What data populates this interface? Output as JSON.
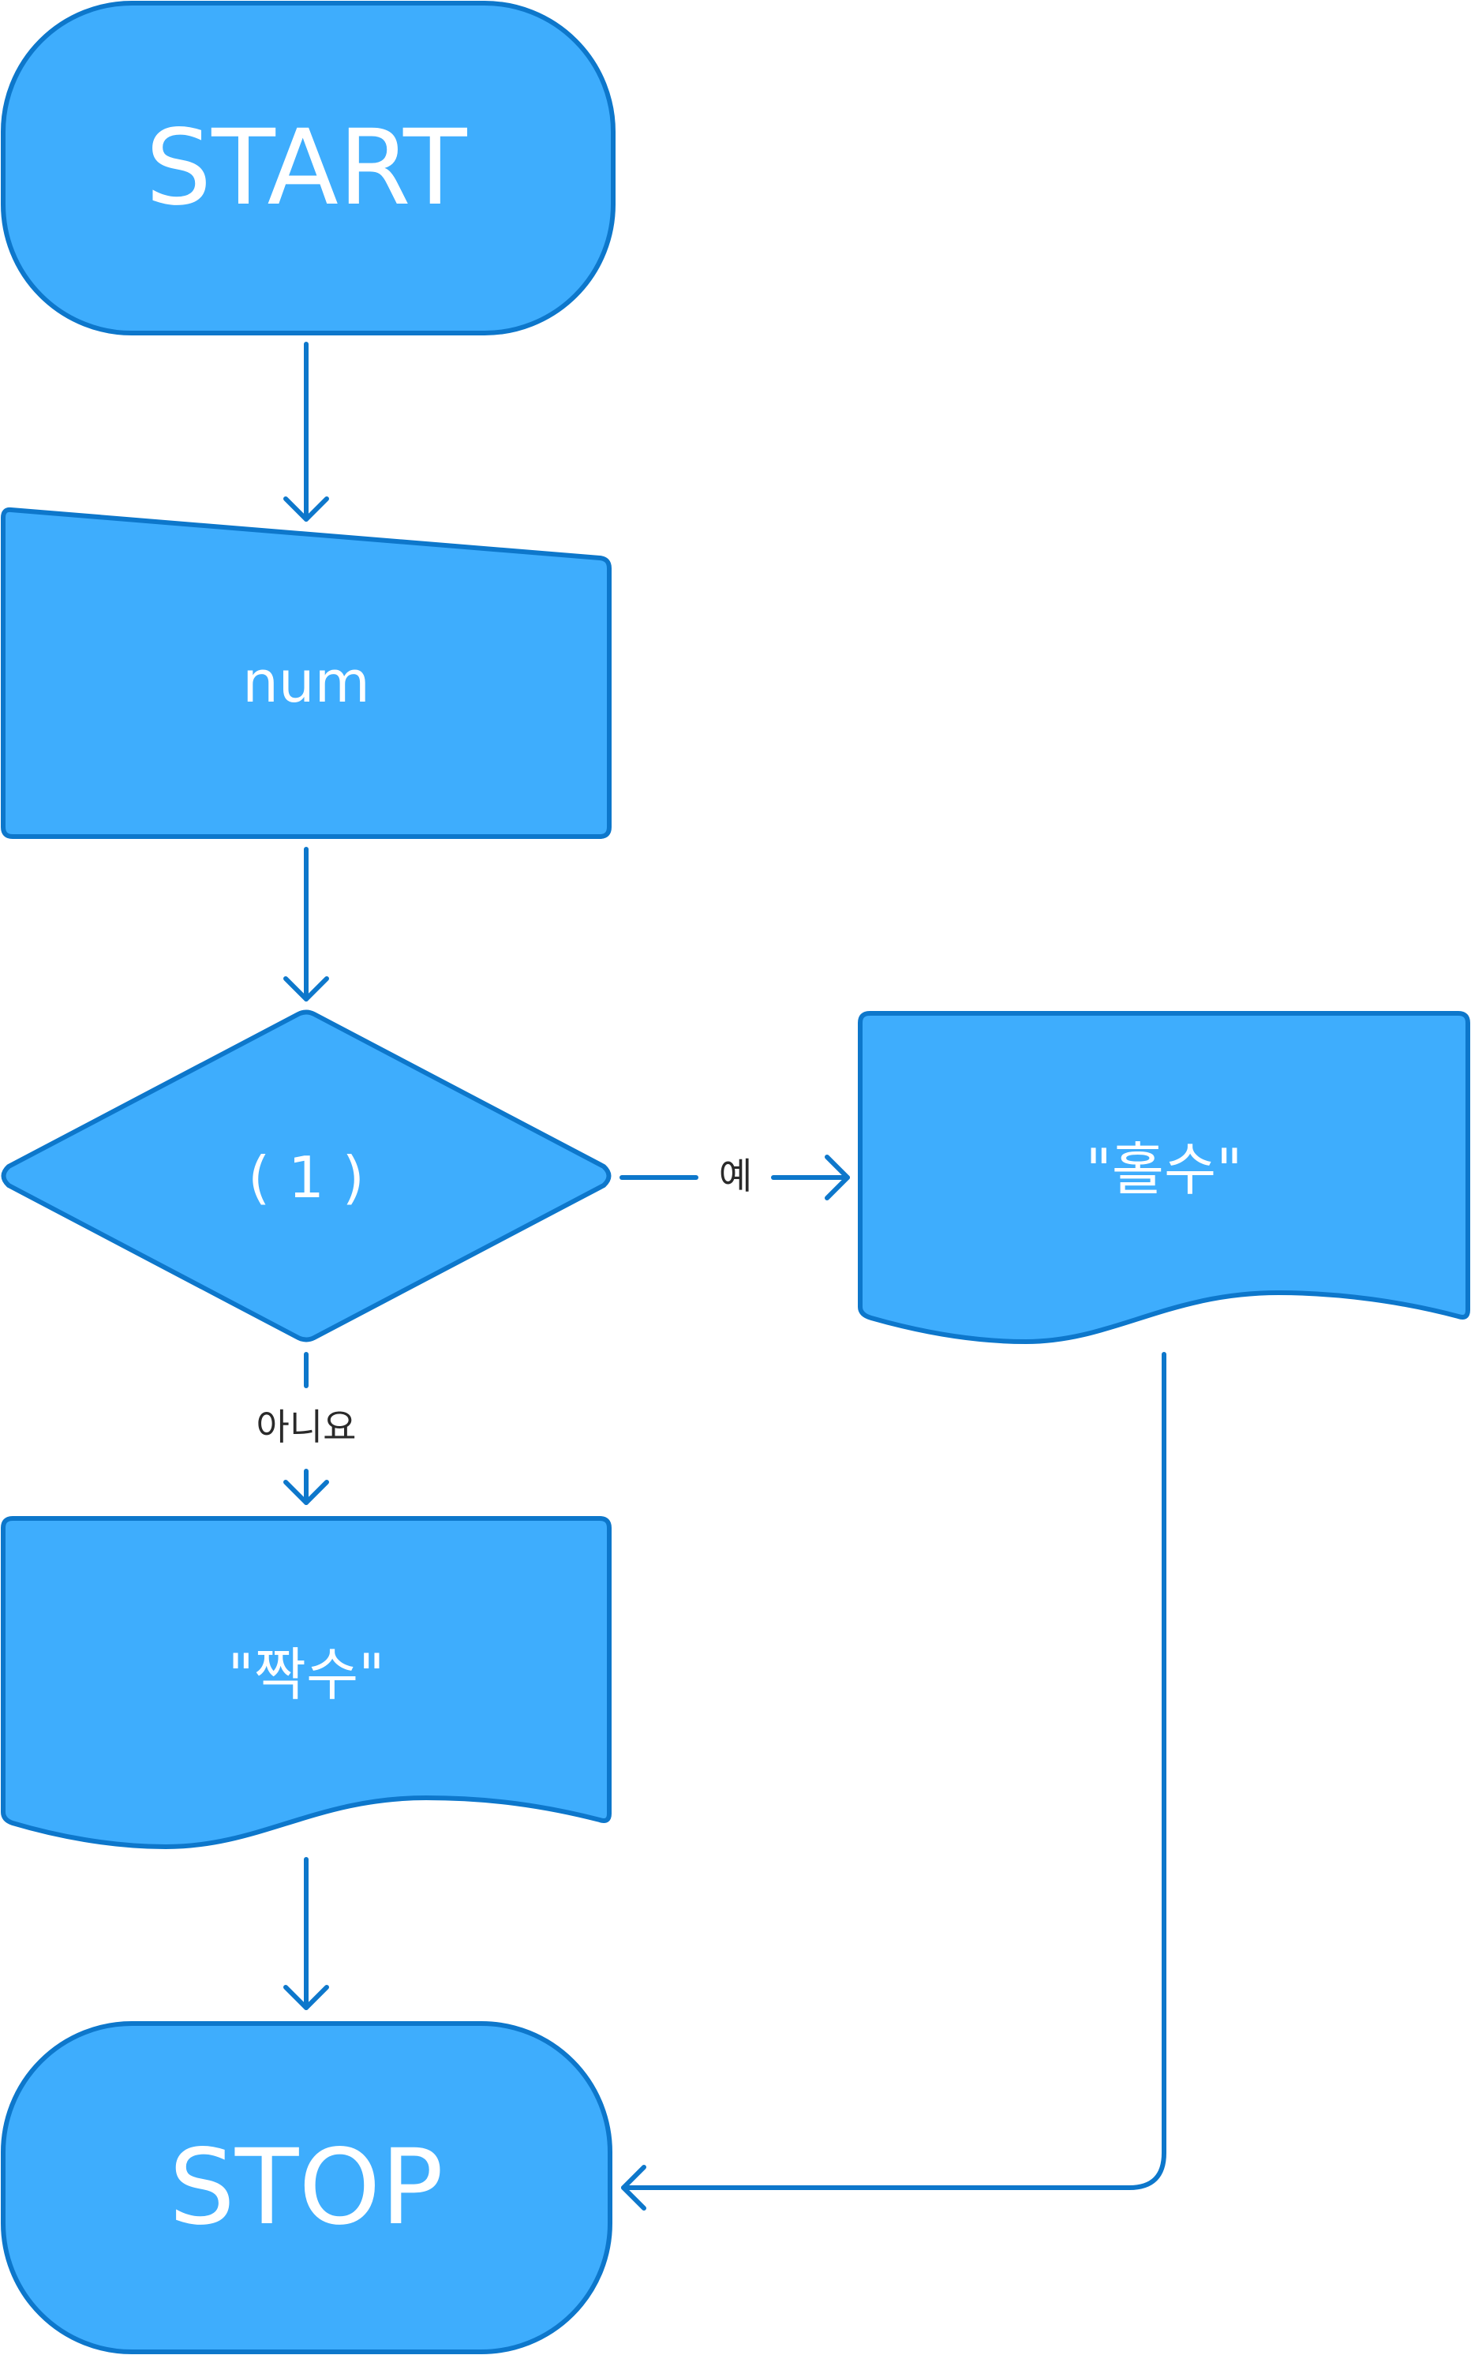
{
  "diagram": {
    "type": "flowchart",
    "nodes": {
      "start": {
        "shape": "terminator",
        "label": "START"
      },
      "input": {
        "shape": "manual-input",
        "label": "num"
      },
      "decision": {
        "shape": "decision",
        "label": "( 1 )"
      },
      "odd": {
        "shape": "document",
        "label": "\"홀수\""
      },
      "even": {
        "shape": "document",
        "label": "\"짝수\""
      },
      "stop": {
        "shape": "terminator",
        "label": "STOP"
      }
    },
    "edges": [
      {
        "from": "start",
        "to": "input",
        "label": ""
      },
      {
        "from": "input",
        "to": "decision",
        "label": ""
      },
      {
        "from": "decision",
        "to": "odd",
        "label": "예"
      },
      {
        "from": "decision",
        "to": "even",
        "label": "아니요"
      },
      {
        "from": "even",
        "to": "stop",
        "label": ""
      },
      {
        "from": "odd",
        "to": "stop",
        "label": ""
      }
    ],
    "edge_labels": {
      "yes": "예",
      "no": "아니요"
    },
    "colors": {
      "fill": "#3eadfd",
      "stroke": "#0d77cb",
      "node_text": "#ffffff",
      "edge_text": "#2a2a2a"
    }
  }
}
